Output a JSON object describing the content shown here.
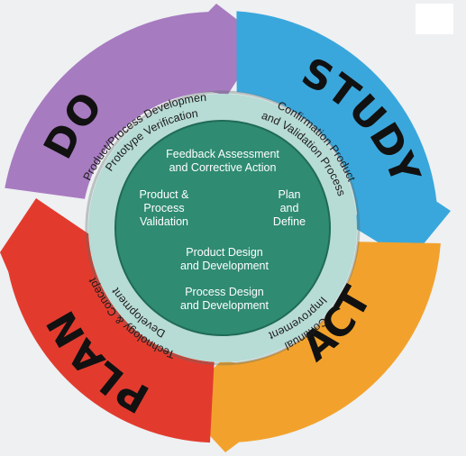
{
  "pdsa": {
    "do_label": "DO",
    "study_label": "STUDY",
    "act_label": "ACT",
    "plan_label": "PLAN"
  },
  "ring": {
    "do_line1": "Product/Process Development",
    "do_line2": "Prototype Verification",
    "study_line1": "Confirmation Product",
    "study_line2": "and Validation Process",
    "act_line1": "Continual",
    "act_line2": "Improvement",
    "plan_line1": "Technology & Concept",
    "plan_line2": "Development"
  },
  "core": {
    "feedback_line1": "Feedback Assessment",
    "feedback_line2": "and Corrective Action",
    "validation_line1": "Product &",
    "validation_line2": "Process",
    "validation_line3": "Validation",
    "plan_define_line1": "Plan",
    "plan_define_line2": "and",
    "plan_define_line3": "Define",
    "product_design_line1": "Product Design",
    "product_design_line2": "and Development",
    "process_design_line1": "Process Design",
    "process_design_line2": "and Development"
  },
  "colors": {
    "do": "#a77bc0",
    "study": "#3aa7dc",
    "act": "#f2a22c",
    "plan": "#e23b2e",
    "ring": "#b7dbd5",
    "core": "#2f8b72"
  }
}
